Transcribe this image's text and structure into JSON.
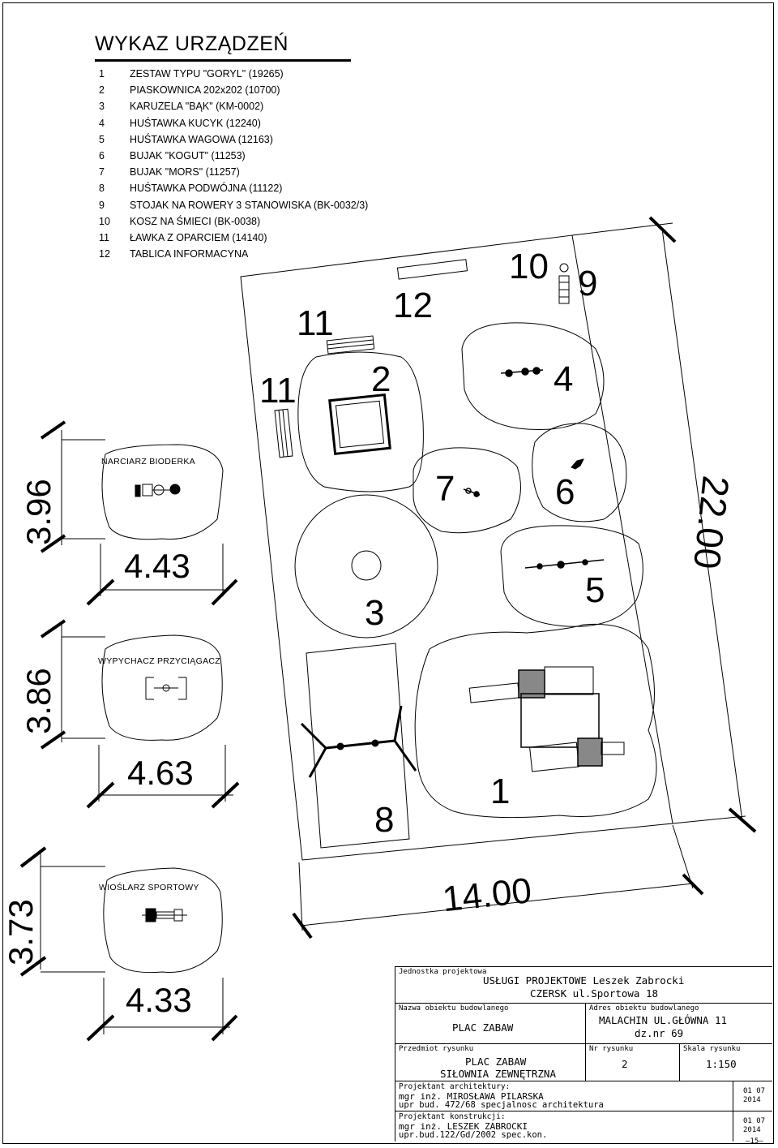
{
  "legend": {
    "title": "WYKAZ URZĄDZEŃ",
    "items": [
      {
        "num": "1",
        "label": "ZESTAW TYPU \"GORYL\" (19265)"
      },
      {
        "num": "2",
        "label": "PIASKOWNICA 202x202 (10700)"
      },
      {
        "num": "3",
        "label": "KARUZELA \"BĄK\" (KM-0002)"
      },
      {
        "num": "4",
        "label": "HUŚTAWKA KUCYK (12240)"
      },
      {
        "num": "5",
        "label": "HUŚTAWKA WAGOWA (12163)"
      },
      {
        "num": "6",
        "label": "BUJAK \"KOGUT\" (11253)"
      },
      {
        "num": "7",
        "label": "BUJAK \"MORS\" (11257)"
      },
      {
        "num": "8",
        "label": "HUŚTAWKA PODWÓJNA (11122)"
      },
      {
        "num": "9",
        "label": "STOJAK NA ROWERY 3 STANOWISKA (BK-0032/3)"
      },
      {
        "num": "10",
        "label": "KOSZ NA ŚMIECI (BK-0038)"
      },
      {
        "num": "11",
        "label": "ŁAWKA Z OPARCIEM (14140)"
      },
      {
        "num": "12",
        "label": "TABLICA INFORMACYNA"
      }
    ]
  },
  "plan": {
    "markers": {
      "m1": "1",
      "m2": "2",
      "m3": "3",
      "m4": "4",
      "m5": "5",
      "m6": "6",
      "m7": "7",
      "m8": "8",
      "m9": "9",
      "m10": "10",
      "m11a": "11",
      "m11b": "11",
      "m12": "12"
    },
    "dim_width": "14.00",
    "dim_length": "22.00"
  },
  "equipment": {
    "narciarz": {
      "title": "NARCIARZ BIODERKA",
      "dim_h": "3.96",
      "dim_w": "4.43"
    },
    "wypychacz": {
      "title": "WYPYCHACZ PRZYCIĄGACZ",
      "dim_h": "3.86",
      "dim_w": "4.63"
    },
    "wioslarz": {
      "title": "WIOŚLARZ SPORTOWY",
      "dim_h": "3.73",
      "dim_w": "4.33"
    }
  },
  "title_block": {
    "unit_label": "Jednostka projektowa",
    "unit_line1": "USŁUGI PROJEKTOWE Leszek Zabrocki",
    "unit_line2": "CZERSK ul.Sportowa 18",
    "object_label": "Nazwa obiektu budowlanego",
    "object_value": "PLAC ZABAW",
    "address_label": "Adres obiektu budowlanego",
    "address_line1": "MALACHIN UL.GŁÓWNA 11",
    "address_line2": "dz.nr 69",
    "subject_label": "Przedmiot rysunku",
    "subject_line1": "PLAC ZABAW",
    "subject_line2": "SIŁOWNIA ZEWNĘTRZNA",
    "drawing_no_label": "Nr rysunku",
    "drawing_no": "2",
    "scale_label": "Skala rysunku",
    "scale": "1:150",
    "arch_label": "Projektant architektury:",
    "arch_name": "mgr inż. MIROSŁAWA PILARSKA",
    "arch_license": "upr bud. 472/68 specjalnosc architektura",
    "arch_date1": "01 07",
    "arch_date2": "2014",
    "struct_label": "Projektant konstrukcji:",
    "struct_name": "mgr inż. LESZEK ZABROCKI",
    "struct_license": "upr.bud.122/Gd/2002 spec.kon.",
    "struct_date1": "01 07",
    "struct_date2": "2014",
    "page_no": "–15–"
  }
}
